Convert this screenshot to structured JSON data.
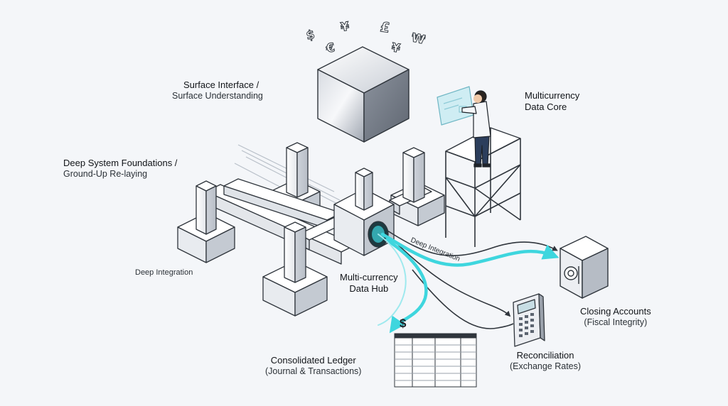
{
  "currency_symbols": [
    "$",
    "¥",
    "£",
    "₩",
    "€",
    "¥"
  ],
  "labels": {
    "surface": {
      "title": "Surface Interface /",
      "subtitle": "Surface Understanding"
    },
    "core": {
      "title": "Multicurrency",
      "subtitle": "Data Core"
    },
    "foundations": {
      "title": "Deep System Foundations /",
      "subtitle": "Ground-Up Re-laying"
    },
    "deep_integration_left": "Deep Integration",
    "deep_integration_path": "Deep Integration",
    "hub": {
      "title": "Multi-currency",
      "subtitle": "Data Hub"
    },
    "closing": {
      "title": "Closing Accounts",
      "subtitle": "(Fiscal Integrity)"
    },
    "reconciliation": {
      "title": "Reconciliation",
      "subtitle": "(Exchange Rates)"
    },
    "ledger": {
      "title": "Consolidated Ledger",
      "subtitle": "(Journal & Transactions)"
    },
    "ledger_symbol": "$"
  },
  "colors": {
    "accent": "#3ed6de",
    "line": "#2f353c",
    "cube_light": "#f3f5f8",
    "cube_dark": "#a9b0ba"
  }
}
